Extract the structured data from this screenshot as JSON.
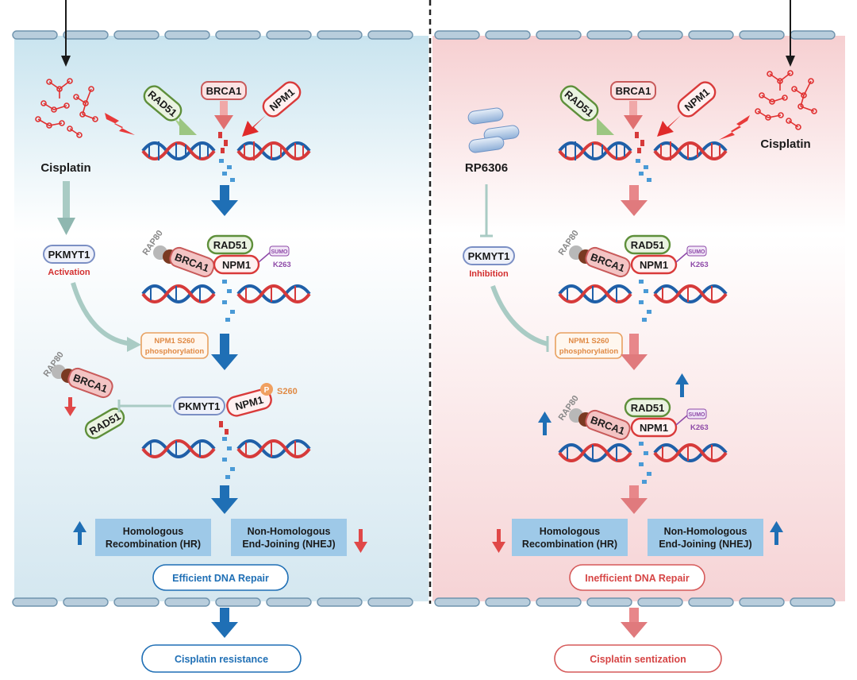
{
  "left_panel": {
    "drug": "Cisplatin",
    "pkmyt1_status": "Activation",
    "phosphorylation_label_1": "NPM1 S260",
    "phosphorylation_label_2": "phosphorylation",
    "s260_label": "S260",
    "p_label": "P",
    "hr_line1": "Homologous",
    "hr_line2": "Recombination (HR)",
    "nhej_line1": "Non-Homologous",
    "nhej_line2": "End-Joining (NHEJ)",
    "repair_outcome": "Efficient DNA Repair",
    "final_outcome": "Cisplatin resistance"
  },
  "right_panel": {
    "drug": "Cisplatin",
    "inhibitor": "RP6306",
    "pkmyt1_status": "Inhibition",
    "phosphorylation_label_1": "NPM1 S260",
    "phosphorylation_label_2": "phosphorylation",
    "hr_line1": "Homologous",
    "hr_line2": "Recombination (HR)",
    "nhej_line1": "Non-Homologous",
    "nhej_line2": "End-Joining (NHEJ)",
    "repair_outcome": "Inefficient DNA Repair",
    "final_outcome": "Cisplatin sentization"
  },
  "proteins": {
    "brca1": "BRCA1",
    "rad51": "RAD51",
    "npm1": "NPM1",
    "rap80": "RAP80",
    "pkmyt1": "PKMYT1",
    "sumo": "SUMO",
    "k263": "K263"
  },
  "colors": {
    "left_bg": "#cfe6f0",
    "right_bg": "#f7d5d6",
    "blue_arrow": "#1f6fb5",
    "red_arrow": "#e06666",
    "green_protein": "#5e8f3a",
    "red_protein": "#d93a3a",
    "purple_sumo": "#8e4aa8",
    "orange_phospho": "#e8a060",
    "pkmyt1_border": "#7b8fc4"
  }
}
